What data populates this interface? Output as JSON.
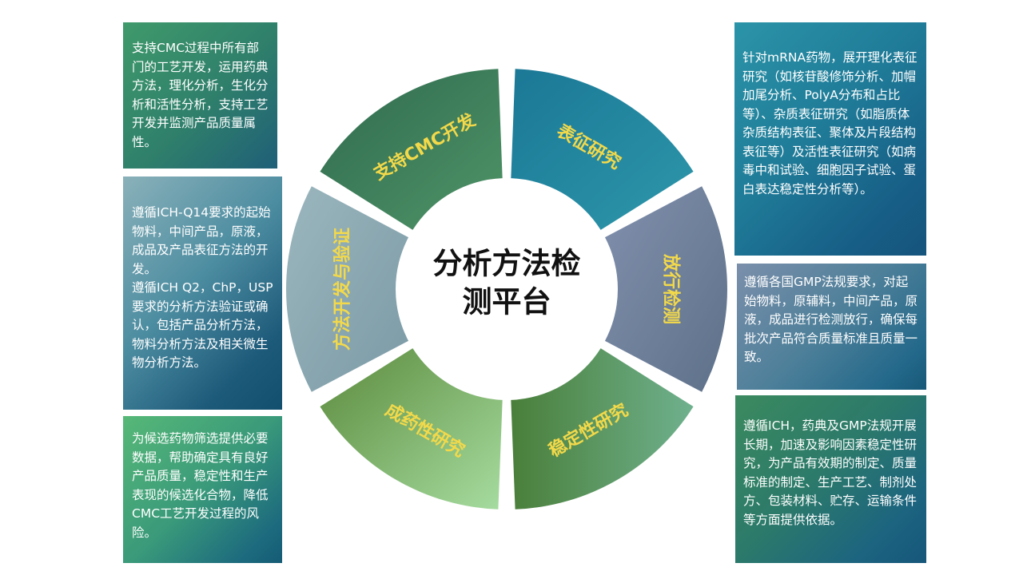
{
  "center": {
    "line1": "分析方法检",
    "line2": "测平台"
  },
  "segments": {
    "cmc": "支持CMC开发",
    "charac": "表征研究",
    "release": "放行检测",
    "stab": "稳定性研究",
    "drug": "成药性研究",
    "method": "方法开发与验证"
  },
  "boxes": {
    "cmc": "支持CMC过程中所有部门的工艺开发，运用药典方法，理化分析，生化分析和活性分析，支持工艺开发并监测产品质量属性。",
    "method": "遵循ICH-Q14要求的起始物料，中间产品，原液，成品及产品表征方法的开发。\n遵循ICH Q2，ChP，USP要求的分析方法验证或确认，包括产品分析方法，物料分析方法及相关微生物分析方法。",
    "drug": "为候选药物筛选提供必要数据，帮助确定具有良好产品质量，稳定性和生产表现的候选化合物，降低CMC工艺开发过程的风险。",
    "charac": "针对mRNA药物，展开理化表征研究（如核苷酸修饰分析、加帽加尾分析、PolyA分布和占比等）、杂质表征研究（如脂质体杂质结构表征、聚体及片段结构表征等）及活性表征研究（如病毒中和试验、细胞因子试验、蛋白表达稳定性分析等）。",
    "release": "遵循各国GMP法规要求，对起始物料，原辅料，中间产品，原液，成品进行检测放行，确保每批次产品符合质量标准且质量一致。",
    "stab": "遵循ICH，药典及GMP法规开展长期，加速及影响因素稳定性研究，为产品有效期的制定、质量标准的制定、生产工艺、制剂处方、包装材料、贮存、运输条件等方面提供依据。"
  },
  "colors": {
    "label": "#f3d94a",
    "cmc_segment": "#3f7f58",
    "charac_segment": "#2586a0",
    "release_segment": "#707f9c",
    "stab_segment": "#4f8a45",
    "drug_segment": "#86c77e",
    "method_segment": "#8aa8b2"
  }
}
